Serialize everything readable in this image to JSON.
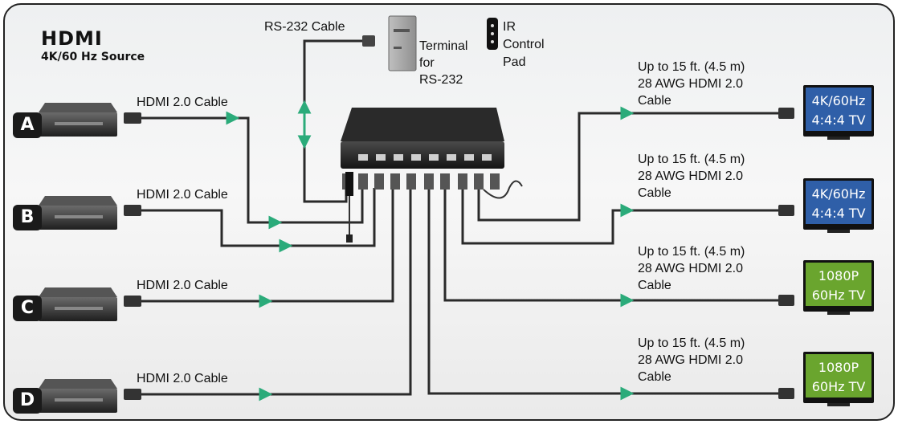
{
  "logo": {
    "brand": "HDMI",
    "source_label": "4K/60 Hz Source"
  },
  "rs232": {
    "cable_label": "RS-232 Cable",
    "terminal_label_lines": [
      "Terminal",
      "for",
      "RS-232"
    ]
  },
  "ir": {
    "label_lines": [
      "IR",
      "Control",
      "Pad"
    ]
  },
  "sources": [
    {
      "letter": "A",
      "cable_label": "HDMI 2.0 Cable"
    },
    {
      "letter": "B",
      "cable_label": "HDMI 2.0 Cable"
    },
    {
      "letter": "C",
      "cable_label": "HDMI 2.0 Cable"
    },
    {
      "letter": "D",
      "cable_label": "HDMI 2.0 Cable"
    }
  ],
  "outputs": [
    {
      "cable_lines": [
        "Up to 15 ft. (4.5 m)",
        "28 AWG HDMI 2.0",
        "Cable"
      ],
      "tv_lines": [
        "4K/60Hz",
        "4:4:4 TV"
      ],
      "tv_color": "#2f5fa8"
    },
    {
      "cable_lines": [
        "Up to 15 ft. (4.5 m)",
        "28 AWG HDMI 2.0",
        "Cable"
      ],
      "tv_lines": [
        "4K/60Hz",
        "4:4:4 TV"
      ],
      "tv_color": "#2f5fa8"
    },
    {
      "cable_lines": [
        "Up to 15 ft. (4.5 m)",
        "28 AWG HDMI 2.0",
        "Cable"
      ],
      "tv_lines": [
        "1080P",
        "60Hz TV"
      ],
      "tv_color": "#6aa52e"
    },
    {
      "cable_lines": [
        "Up to 15 ft. (4.5 m)",
        "28 AWG HDMI 2.0",
        "Cable"
      ],
      "tv_lines": [
        "1080P",
        "60Hz TV"
      ],
      "tv_color": "#6aa52e"
    }
  ],
  "colors": {
    "arrow": "#2bab7a",
    "cable": "#2a2a2a",
    "frame": "#222222"
  }
}
